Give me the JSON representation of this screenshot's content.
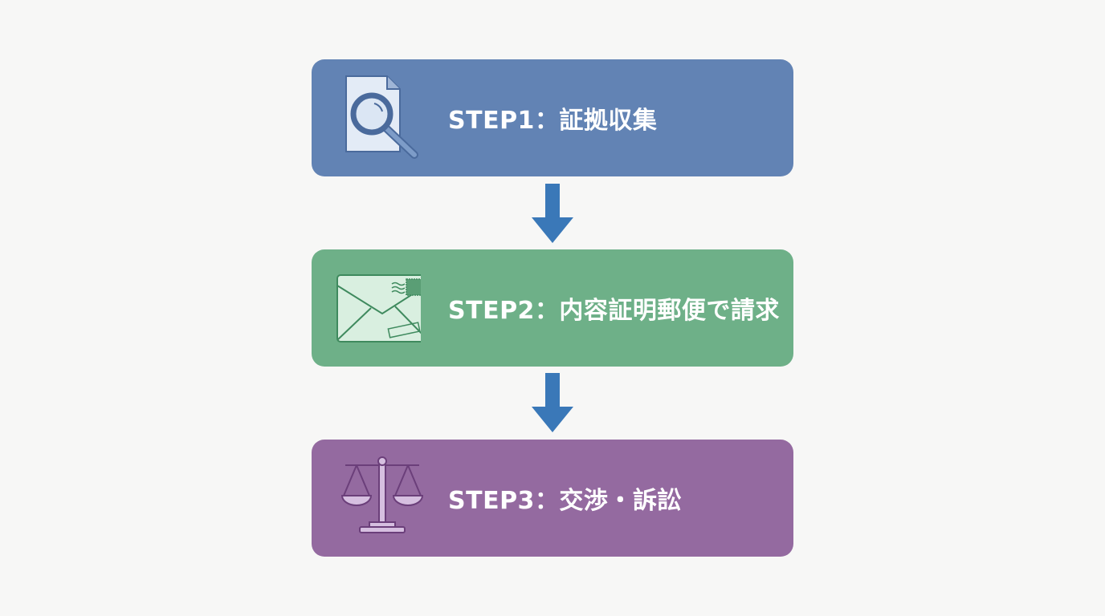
{
  "steps": [
    {
      "label": "STEP1：証拠収集",
      "icon": "document-search-icon",
      "color": "#6283b4"
    },
    {
      "label": "STEP2：内容証明郵便で請求",
      "icon": "certified-mail-icon",
      "color": "#6eb088"
    },
    {
      "label": "STEP3：交渉・訴訟",
      "icon": "scales-of-justice-icon",
      "color": "#946aa0"
    }
  ],
  "arrow_color": "#3a78b8"
}
